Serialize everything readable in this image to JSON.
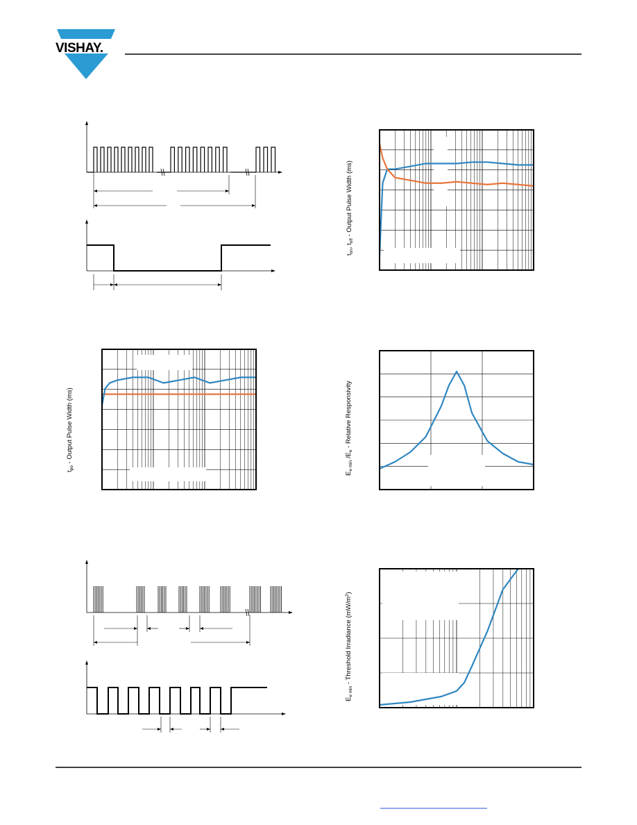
{
  "header": {
    "logo_text": "VISHAY.",
    "brand_color": "#2b9bd4"
  },
  "figures": {
    "ton_toff_chart": {
      "ylabel_main": "t",
      "ylabel_sub1": "on",
      "ylabel_mid": ", t",
      "ylabel_sub2": "off",
      "ylabel_rest": " - Output Pulse Width (ms)"
    },
    "tpo_chart": {
      "ylabel_main": "t",
      "ylabel_sub": "po",
      "ylabel_rest": " - Output Pulse Width (ms)"
    },
    "responsivity_chart": {
      "ylabel_main1": "E",
      "ylabel_sub1": "e min",
      "ylabel_mid": " /E",
      "ylabel_sub2": "e",
      "ylabel_rest": " - Relative Responsivity"
    },
    "threshold_chart": {
      "ylabel_main": "E",
      "ylabel_sub": "e min",
      "ylabel_rest": " - Threshold Irradiance (mW/m",
      "ylabel_sup": "2",
      "ylabel_end": ")"
    }
  },
  "colors": {
    "series_blue": "#2e86c1",
    "series_orange": "#e8743b"
  },
  "chart_data": [
    {
      "type": "line",
      "series": [
        {
          "x": [
            0.0,
            0.02,
            0.05,
            0.1,
            0.2,
            0.3,
            0.4,
            0.5,
            0.6,
            0.7,
            0.8,
            0.9,
            1.0
          ],
          "values": [
            0.1,
            0.62,
            0.72,
            0.72,
            0.74,
            0.76,
            0.76,
            0.76,
            0.77,
            0.77,
            0.76,
            0.75,
            0.75
          ]
        },
        {
          "x": [
            0.0,
            0.02,
            0.05,
            0.1,
            0.2,
            0.3,
            0.4,
            0.5,
            0.6,
            0.7,
            0.8,
            0.9,
            1.0
          ],
          "values": [
            0.9,
            0.8,
            0.72,
            0.66,
            0.64,
            0.62,
            0.62,
            0.63,
            0.62,
            0.61,
            0.62,
            0.61,
            0.6
          ]
        }
      ]
    },
    {
      "type": "line",
      "series": [
        {
          "x": [
            0.0,
            0.02,
            0.05,
            0.1,
            0.2,
            0.3,
            0.4,
            0.5,
            0.6,
            0.7,
            0.8,
            0.9,
            1.0
          ],
          "values": [
            0.6,
            0.72,
            0.76,
            0.78,
            0.8,
            0.8,
            0.76,
            0.78,
            0.8,
            0.76,
            0.78,
            0.8,
            0.8
          ]
        },
        {
          "x": [
            0.0,
            1.0
          ],
          "values": [
            0.68,
            0.68
          ]
        }
      ]
    },
    {
      "type": "line",
      "series": [
        {
          "x": [
            0.0,
            0.1,
            0.2,
            0.3,
            0.4,
            0.45,
            0.5,
            0.55,
            0.6,
            0.7,
            0.8,
            0.9,
            1.0
          ],
          "values": [
            0.15,
            0.2,
            0.27,
            0.38,
            0.6,
            0.75,
            0.85,
            0.75,
            0.55,
            0.35,
            0.26,
            0.2,
            0.18
          ]
        }
      ]
    },
    {
      "type": "line",
      "series": [
        {
          "x": [
            0.0,
            0.2,
            0.4,
            0.5,
            0.55,
            0.6,
            0.7,
            0.8,
            0.9
          ],
          "values": [
            0.02,
            0.04,
            0.08,
            0.12,
            0.18,
            0.3,
            0.55,
            0.85,
            1.0
          ]
        }
      ]
    }
  ]
}
